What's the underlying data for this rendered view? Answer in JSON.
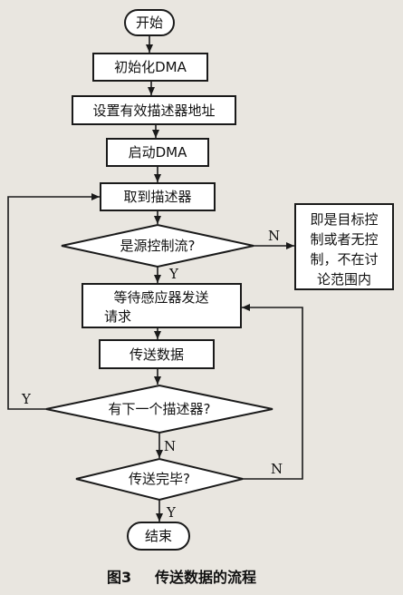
{
  "nodes": {
    "start": "开始",
    "init_dma": "初始化DMA",
    "set_desc_addr": "设置有效描述器地址",
    "start_dma": "启动DMA",
    "get_desc": "取到描述器",
    "is_src_flow": "是源控制流?",
    "side_note": [
      "即是目标控",
      "制或者无控",
      "制，不在讨",
      "论范围内"
    ],
    "wait_sensor": [
      "等待感应器发送",
      "请求"
    ],
    "transfer": "传送数据",
    "next_desc": "有下一个描述器?",
    "transfer_done": "传送完毕?",
    "end": "结束"
  },
  "branch_labels": {
    "src_no": "N",
    "src_yes": "Y",
    "next_yes": "Y",
    "next_no": "N",
    "done_no": "N",
    "done_yes": "Y"
  },
  "caption": {
    "figure_no": "图3",
    "title": "传送数据的流程"
  }
}
